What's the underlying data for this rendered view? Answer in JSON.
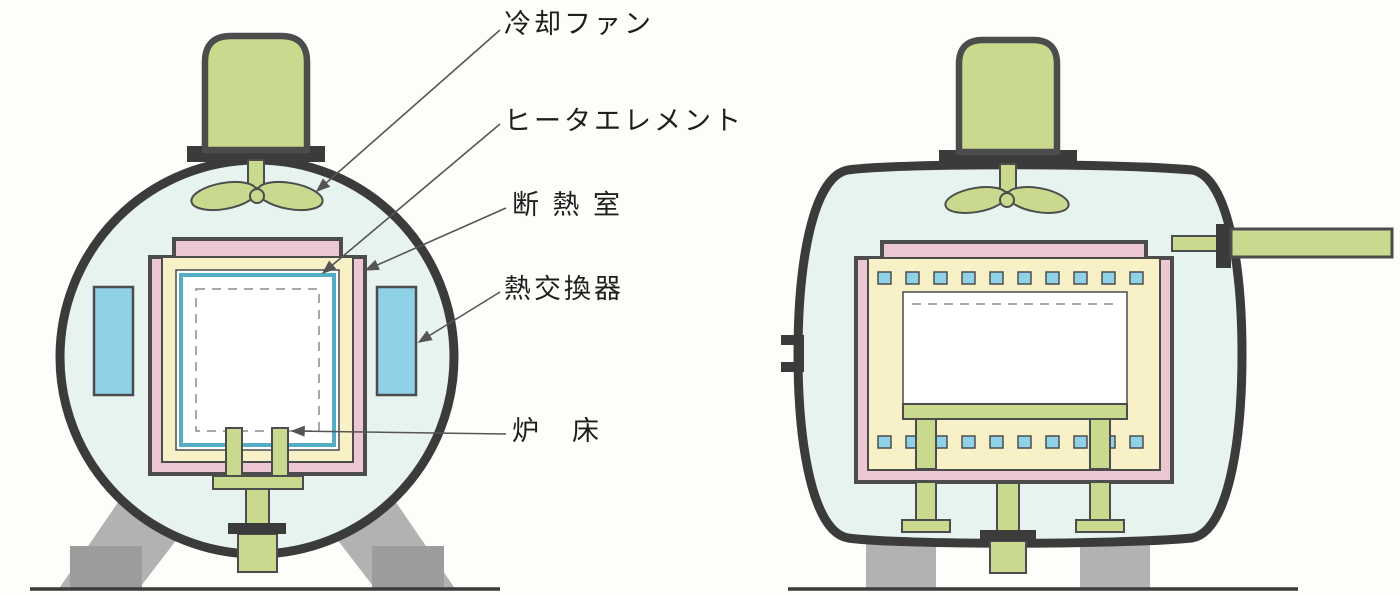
{
  "diagram": {
    "labels": {
      "cooling_fan": "冷却ファン",
      "heater_element": "ヒータエレメント",
      "insulation_chamber": "断 熱 室",
      "heat_exchanger": "熱交換器",
      "hearth": "炉　床"
    },
    "colors": {
      "vessel-fill": "#e6f3ef",
      "shell": "#3b3b3b",
      "outline": "#4c4c4c",
      "green": "#c9da8e",
      "pink": "#ecc6d0",
      "cream": "#f8f1c8",
      "blue": "#8fd2e8",
      "heater-band": "#56aec4",
      "leg-gray": "#b2b2b2",
      "leg-dark": "#9c9c9c",
      "leader": "#555555",
      "label-text": "#1e1e1e"
    }
  }
}
